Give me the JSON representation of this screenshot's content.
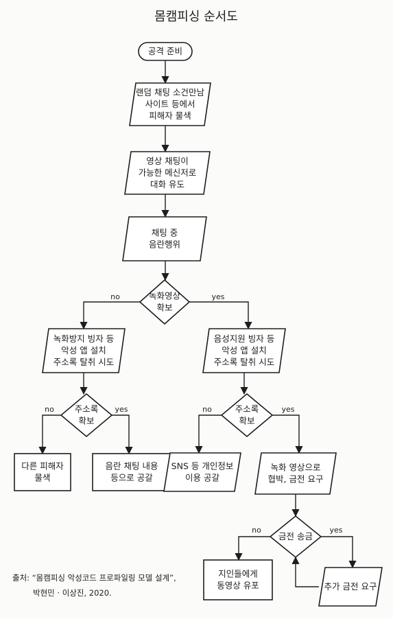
{
  "title": "몸캠피싱 순서도",
  "nodes": {
    "start": [
      "공격 준비"
    ],
    "search": [
      "랜덤 채팅 소건만남",
      "사이트 등에서",
      "피해자 물색"
    ],
    "lure": [
      "영상 채팅이",
      "가능한 메신저로",
      "대화 유도"
    ],
    "act": [
      "채팅 중",
      "음란행위"
    ],
    "d_record": [
      "녹화영상",
      "확보"
    ],
    "rec_no": [
      "녹화방지 빙자 등",
      "악성 앱 설치",
      "주소록 탈취 시도"
    ],
    "rec_yes": [
      "음성지원 빙자 등",
      "악성 앱 설치",
      "주소록 탈취 시도"
    ],
    "d_addr_left": [
      "주소록",
      "확보"
    ],
    "d_addr_right": [
      "주소록",
      "확보"
    ],
    "other_victim": [
      "다른 피해자",
      "물색"
    ],
    "threat_chat": [
      "음란 채팅 내용",
      "등으로 공갈"
    ],
    "sns": [
      "SNS 등 개인정보",
      "이용 공갈"
    ],
    "threat_video": [
      "녹화 영상으로",
      "협박, 금전 요구"
    ],
    "d_money": [
      "금전 송금"
    ],
    "spread": [
      "지인들에게",
      "동영상 유포"
    ],
    "more_money": [
      "추가 금전 요구"
    ]
  },
  "edge_labels": {
    "no": "no",
    "yes": "yes"
  },
  "source": {
    "line1": "출처: “몸캠피싱 악성코드 프로파일링 모델 설계”,",
    "line2": "박현민 · 이상진, 2020."
  }
}
